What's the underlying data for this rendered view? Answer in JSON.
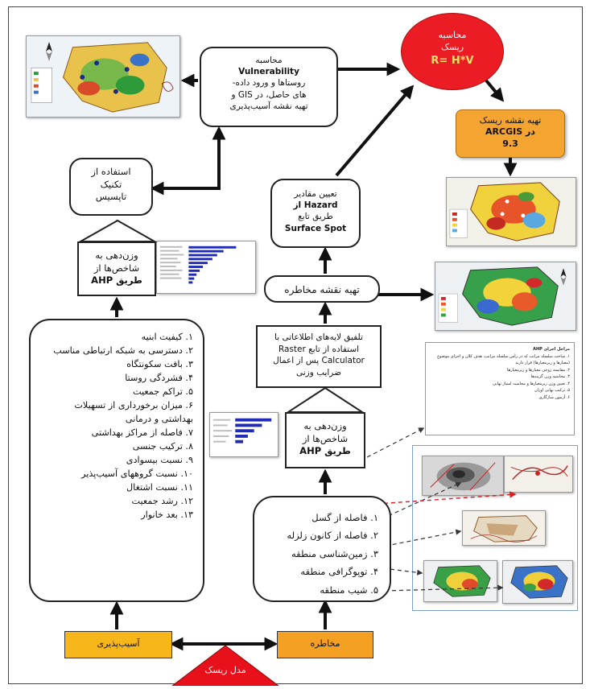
{
  "colors": {
    "risk_circle": "#ec1c24",
    "risk_triangle": "#e8101a",
    "orange_box": "#f4a531",
    "yellow_bar": "#f7b61a",
    "orange_bar": "#f3a023",
    "blue_frame": "#7c9fd4",
    "legend_bars": "#1f2bb5",
    "dashed_red": "#d92028"
  },
  "risk_model": {
    "label": "مدل ریسک",
    "shape": "triangle"
  },
  "vulnerability_bar": {
    "label": "آسیب‌پذیری"
  },
  "hazard_bar": {
    "label": "مخاطره"
  },
  "vulnerability_indicators": {
    "items": [
      "۱. کیفیت ابنیه",
      "۲. دسترسی به شبکه ارتباطی مناسب",
      "۳. بافت سکونتگاه",
      "۴. فشردگی روستا",
      "۵. تراکم جمعیت",
      "۶. میزان برخورداری از تسهیلات بهداشتی و درمانی",
      "۷. فاصله از مراکز بهداشتی",
      "۸. ترکیب جنسی",
      "۹. نسبت بیسوادی",
      "۱۰. نسبت گروههای آسیب‌پذیر",
      "۱۱. نسبت اشتغال",
      "۱۲. رشد جمعیت",
      "۱۳. بعد خانوار"
    ]
  },
  "hazard_indicators": {
    "items": [
      "۱. فاصله از گسل",
      "۲. فاصله از کانون زلزله",
      "۳. زمین‌شناسی منطقه",
      "۴. توپوگرافی منطقه",
      "۵. شیب منطقه"
    ]
  },
  "ahp_left": {
    "line1": "وزن‌دهی به",
    "line2": "شاخص‌ها از",
    "line3": "طریق AHP"
  },
  "ahp_right": {
    "line1": "وزن‌دهی به",
    "line2": "شاخص‌ها از",
    "line3": "طریق AHP"
  },
  "topsis": {
    "line1": "استفاده از",
    "line2": "تکنیک",
    "line3": "تاپسیس"
  },
  "vulnerability_calc": {
    "line1": "محاسبه",
    "line2": "Vulnerability",
    "line3": "روستاها و ورود داده-",
    "line4": "های حاصل، در GIS و",
    "line5": "تهیه نقشه آسیب‌پذیری"
  },
  "risk_calc": {
    "line1": "محاسبه",
    "line2": "ریسک",
    "formula": "R= H*V"
  },
  "risk_map": {
    "line1": "تهیه نقشه ریسک",
    "line2": "در ARCGIS",
    "line3": "9.3"
  },
  "hazard_determination": {
    "line1": "تعیین مقادیر",
    "line2": "Hazard از",
    "line3": "طریق تابع",
    "line4": "Surface Spot"
  },
  "hazard_map": {
    "label": "تهیه نقشه مخاطره"
  },
  "layer_combination": {
    "line1": "تلفیق لایه‌های اطلاعاتی با",
    "line2": "استفاده از تابع Raster",
    "line3": "Calculator پس از اعمال",
    "line4": "ضرایب وزنی"
  },
  "ahp_steps": {
    "title": "مراحل اجرای AHP",
    "items": [
      "۱. ساخت سلسله مراتب که در رأس سلسله مراتب، هدف کلان و اجزای موضوع (معیارها و زیرمعیارها) قرار دارند",
      "۲. مقایسه زوجی معیارها و زیرمعیارها",
      "۳. محاسبه وزن گزینه‌ها",
      "۴. تعیین وزن زیرمعیارها و محاسبه امتیاز نهایی",
      "۵. ترکیب نهایی اوزان",
      "۶. آزمون سازگاری"
    ]
  },
  "icons": {
    "north_arrow": "north-arrow-icon",
    "arrow": "arrow-icon"
  }
}
